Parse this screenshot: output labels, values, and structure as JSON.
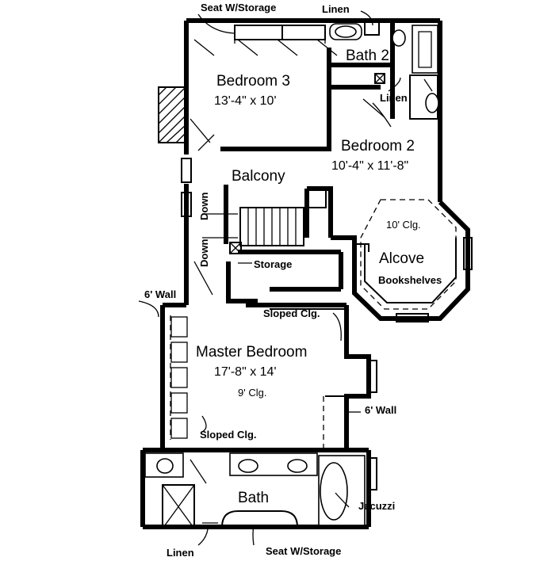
{
  "labels": {
    "seat_storage_top": "Seat W/Storage",
    "linen_top": "Linen",
    "bath2": "Bath 2",
    "bedroom3": "Bedroom 3",
    "bedroom3_size": "13'-4\" x 10'",
    "linen_right": "Linen",
    "bedroom2": "Bedroom 2",
    "bedroom2_size": "10'-4\" x 11'-8\"",
    "balcony": "Balcony",
    "down_1": "Down",
    "down_2": "Down",
    "ceiling_10": "10' Clg.",
    "alcove": "Alcove",
    "bookshelves": "Bookshelves",
    "storage": "Storage",
    "wall_6_left": "6' Wall",
    "sloped_clg_1": "Sloped Clg.",
    "master": "Master Bedroom",
    "master_size": "17'-8\" x 14'",
    "ceiling_9": "9' Clg.",
    "wall_6_right": "6' Wall",
    "sloped_clg_2": "Sloped Clg.",
    "bath": "Bath",
    "jacuzzi": "Jacuzzi",
    "linen_bottom": "Linen",
    "seat_storage_bottom": "Seat W/Storage"
  }
}
